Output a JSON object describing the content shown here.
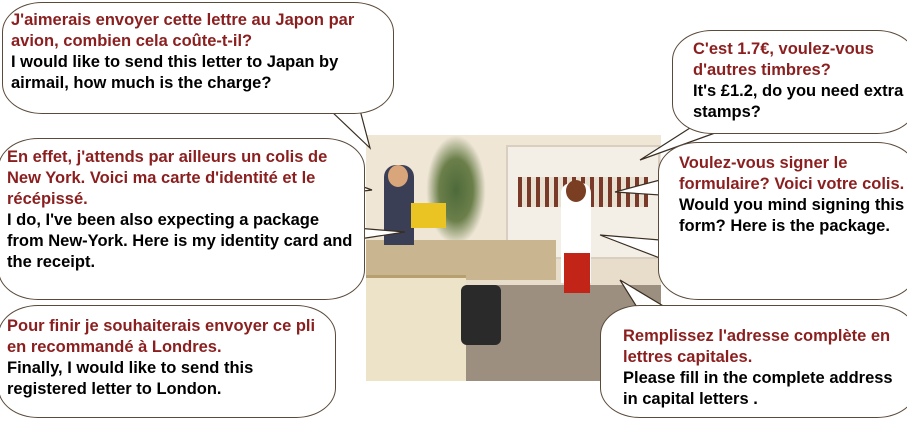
{
  "bubbles": [
    {
      "fr": "J'aimerais envoyer cette lettre au Japon par avion, combien cela coûte-t-il?",
      "en": "I would like to send this letter to Japan by airmail, how much is the charge?"
    },
    {
      "fr": "En effet, j'attends par ailleurs un colis de New York. Voici ma carte d'identité et le récépissé.",
      "en": "I do, I've been also expecting a package from New-York. Here is my identity card and the receipt."
    },
    {
      "fr": "Pour finir je souhaiterais envoyer ce pli en recommandé à Londres.",
      "en": "Finally, I would like to send this registered letter to London."
    },
    {
      "fr": "C'est 1.7€, voulez-vous d'autres timbres?",
      "en": "It's £1.2, do you need extra stamps?"
    },
    {
      "fr": "Voulez-vous signer le formulaire? Voici votre colis.",
      "en": "Would you mind signing this form? Here is the package."
    },
    {
      "fr": "Remplissez l'adresse complète en lettres capitales.",
      "en": "Please fill in the complete address in capital letters ."
    }
  ],
  "colors": {
    "french_text": "#8b1f1f",
    "english_text": "#000000",
    "bubble_border": "#5a4a3a"
  }
}
